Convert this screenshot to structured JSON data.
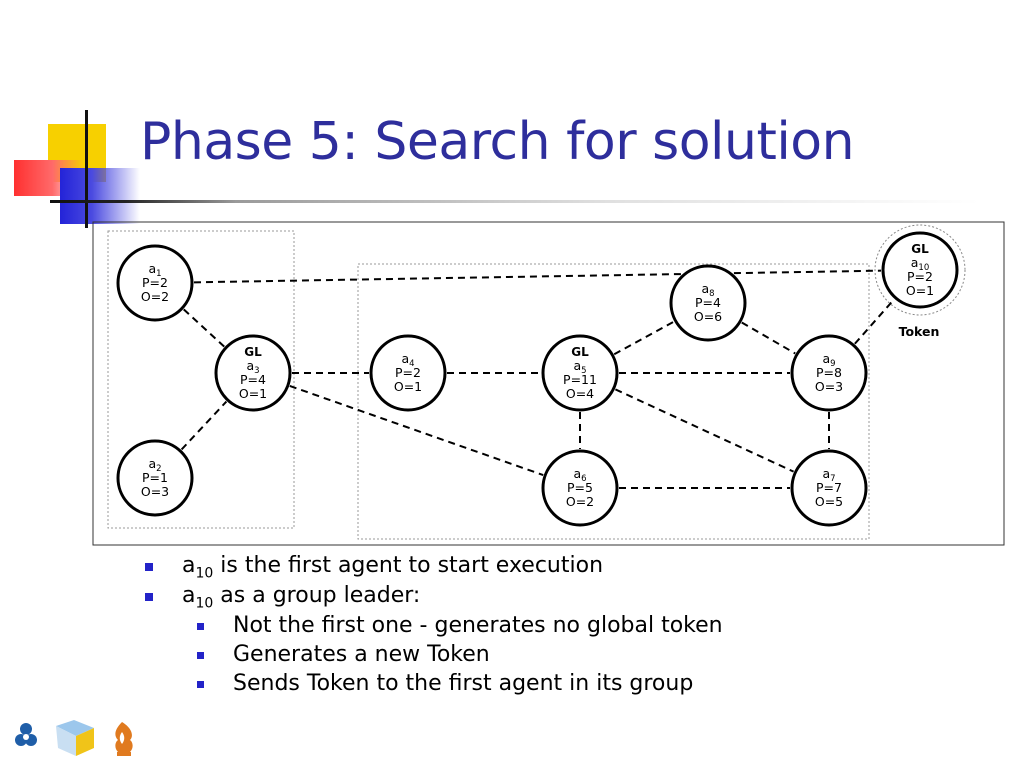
{
  "slide": {
    "title": "Phase 5: Search for solution"
  },
  "diagram": {
    "token_label": "Token",
    "nodes": [
      {
        "id": "a1",
        "lines": [
          {
            "main": "a",
            "sub": "1"
          },
          {
            "main": "P=2"
          },
          {
            "main": "O=2"
          }
        ]
      },
      {
        "id": "a2",
        "lines": [
          {
            "main": "a",
            "sub": "2"
          },
          {
            "main": "P=1"
          },
          {
            "main": "O=3"
          }
        ]
      },
      {
        "id": "a3",
        "lines": [
          {
            "main": "GL",
            "bold": true
          },
          {
            "main": "a",
            "sub": "3"
          },
          {
            "main": "P=4"
          },
          {
            "main": "O=1"
          }
        ]
      },
      {
        "id": "a4",
        "lines": [
          {
            "main": "a",
            "sub": "4"
          },
          {
            "main": "P=2"
          },
          {
            "main": "O=1"
          }
        ]
      },
      {
        "id": "a5",
        "lines": [
          {
            "main": "GL",
            "bold": true
          },
          {
            "main": "a",
            "sub": "5"
          },
          {
            "main": "P=11"
          },
          {
            "main": "O=4"
          }
        ]
      },
      {
        "id": "a6",
        "lines": [
          {
            "main": "a",
            "sub": "6"
          },
          {
            "main": "P=5"
          },
          {
            "main": "O=2"
          }
        ]
      },
      {
        "id": "a7",
        "lines": [
          {
            "main": "a",
            "sub": "7"
          },
          {
            "main": "P=7"
          },
          {
            "main": "O=5"
          }
        ]
      },
      {
        "id": "a8",
        "lines": [
          {
            "main": "a",
            "sub": "8"
          },
          {
            "main": "P=4"
          },
          {
            "main": "O=6"
          }
        ]
      },
      {
        "id": "a9",
        "lines": [
          {
            "main": "a",
            "sub": "9"
          },
          {
            "main": "P=8"
          },
          {
            "main": "O=3"
          }
        ]
      },
      {
        "id": "a10",
        "lines": [
          {
            "main": "GL",
            "bold": true
          },
          {
            "main": "a",
            "sub": "10"
          },
          {
            "main": "P=2"
          },
          {
            "main": "O=1"
          }
        ]
      }
    ],
    "edges": [
      [
        "a1",
        "a10"
      ],
      [
        "a1",
        "a3"
      ],
      [
        "a2",
        "a3"
      ],
      [
        "a3",
        "a4"
      ],
      [
        "a3",
        "a6"
      ],
      [
        "a4",
        "a5"
      ],
      [
        "a5",
        "a8"
      ],
      [
        "a5",
        "a9"
      ],
      [
        "a5",
        "a6"
      ],
      [
        "a5",
        "a7"
      ],
      [
        "a6",
        "a7"
      ],
      [
        "a8",
        "a9"
      ],
      [
        "a9",
        "a7"
      ],
      [
        "a9",
        "a10"
      ]
    ]
  },
  "bullets": [
    {
      "level": 1,
      "main": "a",
      "sub": "10",
      "text": " is the first agent to start execution"
    },
    {
      "level": 1,
      "main": "a",
      "sub": "10",
      "text": " as a group leader:"
    },
    {
      "level": 2,
      "text": "Not the first one - generates no global token"
    },
    {
      "level": 2,
      "text": "Generates a new Token"
    },
    {
      "level": 2,
      "text": "Sends Token to the first agent in its group"
    }
  ],
  "colors": {
    "title": "#2e2e9c",
    "bullet_marker": "#2323c8",
    "deco_yellow": "#f7d000",
    "deco_red": "#ff3030",
    "deco_blue": "#2323d8"
  },
  "icons": [
    "org-logo-icon",
    "cube-logo-icon",
    "flame-logo-icon"
  ]
}
